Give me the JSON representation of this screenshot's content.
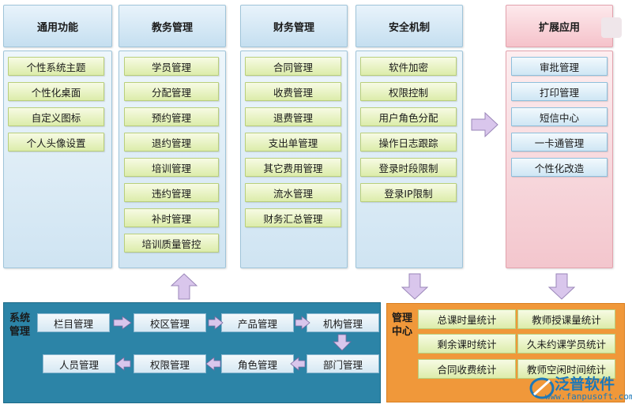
{
  "columns": [
    {
      "title": "通用功能",
      "items": [
        "个性系统主题",
        "个性化桌面",
        "自定义图标",
        "个人头像设置"
      ]
    },
    {
      "title": "教务管理",
      "items": [
        "学员管理",
        "分配管理",
        "预约管理",
        "退约管理",
        "培训管理",
        "违约管理",
        "补时管理",
        "培训质量管控"
      ]
    },
    {
      "title": "财务管理",
      "items": [
        "合同管理",
        "收费管理",
        "退费管理",
        "支出单管理",
        "其它费用管理",
        "流水管理",
        "财务汇总管理"
      ]
    },
    {
      "title": "安全机制",
      "items": [
        "软件加密",
        "权限控制",
        "用户角色分配",
        "操作日志跟踪",
        "登录时段限制",
        "登录IP限制"
      ]
    },
    {
      "title": "扩展应用",
      "items": [
        "审批管理",
        "打印管理",
        "短信中心",
        "一卡通管理",
        "个性化改造"
      ]
    }
  ],
  "system_panel": {
    "label_line1": "系统",
    "label_line2": "管理",
    "row1": [
      "栏目管理",
      "校区管理",
      "产品管理",
      "机构管理"
    ],
    "row2": [
      "人员管理",
      "权限管理",
      "角色管理",
      "部门管理"
    ]
  },
  "manager_panel": {
    "label_line1": "管理",
    "label_line2": "中心",
    "items": [
      "总课时量统计",
      "教师授课量统计",
      "剩余课时统计",
      "久未约课学员统计",
      "合同收费统计",
      "教师空闲时间统计"
    ]
  },
  "logo": {
    "name": "泛普软件",
    "url": "www.fanpusoft.com"
  },
  "colors": {
    "system_panel": "#2c84a7",
    "manager_panel": "#f0983a",
    "arrow_fill": "#d9c6ec",
    "item_green": "#dcecaa",
    "header_blue": "#c5dff0",
    "extension_pink": "#f5c2ca"
  }
}
